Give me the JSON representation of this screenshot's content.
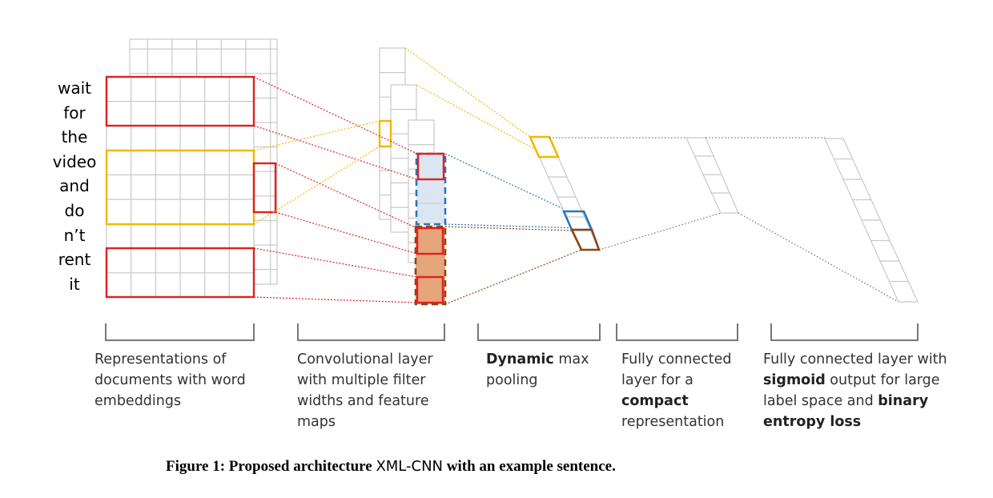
{
  "sentence": [
    "wait",
    "for",
    "the",
    "video",
    "and",
    "do",
    "n’t",
    "rent",
    "it"
  ],
  "stages": [
    {
      "parts": [
        {
          "text": "Representations of documents with word embeddings",
          "bold": false
        }
      ]
    },
    {
      "parts": [
        {
          "text": "Convolutional layer with multiple filter widths and feature maps",
          "bold": false
        }
      ]
    },
    {
      "parts": [
        {
          "text": "Dynamic",
          "bold": true
        },
        {
          "text": " max pooling",
          "bold": false
        }
      ]
    },
    {
      "parts": [
        {
          "text": "Fully connected layer for a ",
          "bold": false
        },
        {
          "text": "compact",
          "bold": true
        },
        {
          "text": " representation",
          "bold": false
        }
      ]
    },
    {
      "parts": [
        {
          "text": "Fully connected layer with ",
          "bold": false
        },
        {
          "text": "sigmoid",
          "bold": true
        },
        {
          "text": " output for large label space and ",
          "bold": false
        },
        {
          "text": "binary entropy loss",
          "bold": true
        }
      ]
    }
  ],
  "caption": {
    "prefix": "Figure 1: Proposed architecture ",
    "name": "XML-CNN",
    "suffix": " with an example sentence."
  },
  "colors": {
    "grid": "#c8c8c8",
    "red": "#e02020",
    "yellow": "#f2b800",
    "blue": "#2e75b6",
    "brown": "#8b4513",
    "orange_fill": "#e4a67a",
    "blue_fill": "#dbe6f2",
    "dotted_gray": "#555555"
  }
}
